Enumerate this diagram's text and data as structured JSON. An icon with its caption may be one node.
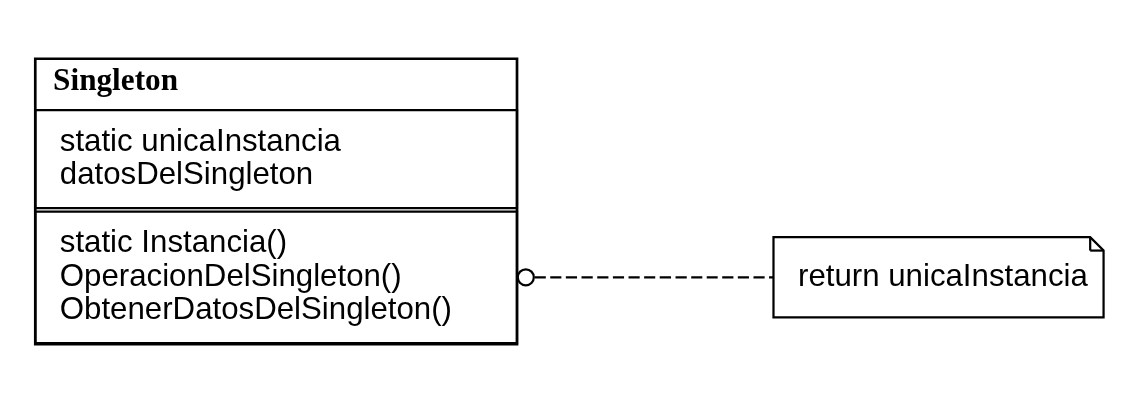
{
  "diagram": {
    "nodes": [
      {
        "text": [
          "Singleton"
        ]
      },
      {
        "text": [
          "static Instancia()",
          "OperacionDelSingleton()",
          "ObtenerDatosDelSingleton()"
        ],
        "in": 0
      },
      {
        "text": [
          "static unicaInstancia",
          "datosDelSingleton"
        ],
        "in": 0
      },
      {
        "text": [
          "return unicaInstancia"
        ]
      }
    ],
    "edges": [
      {
        "from": 1,
        "to": 3,
        "arrow": "other",
        "style": "dashed"
      }
    ]
  }
}
